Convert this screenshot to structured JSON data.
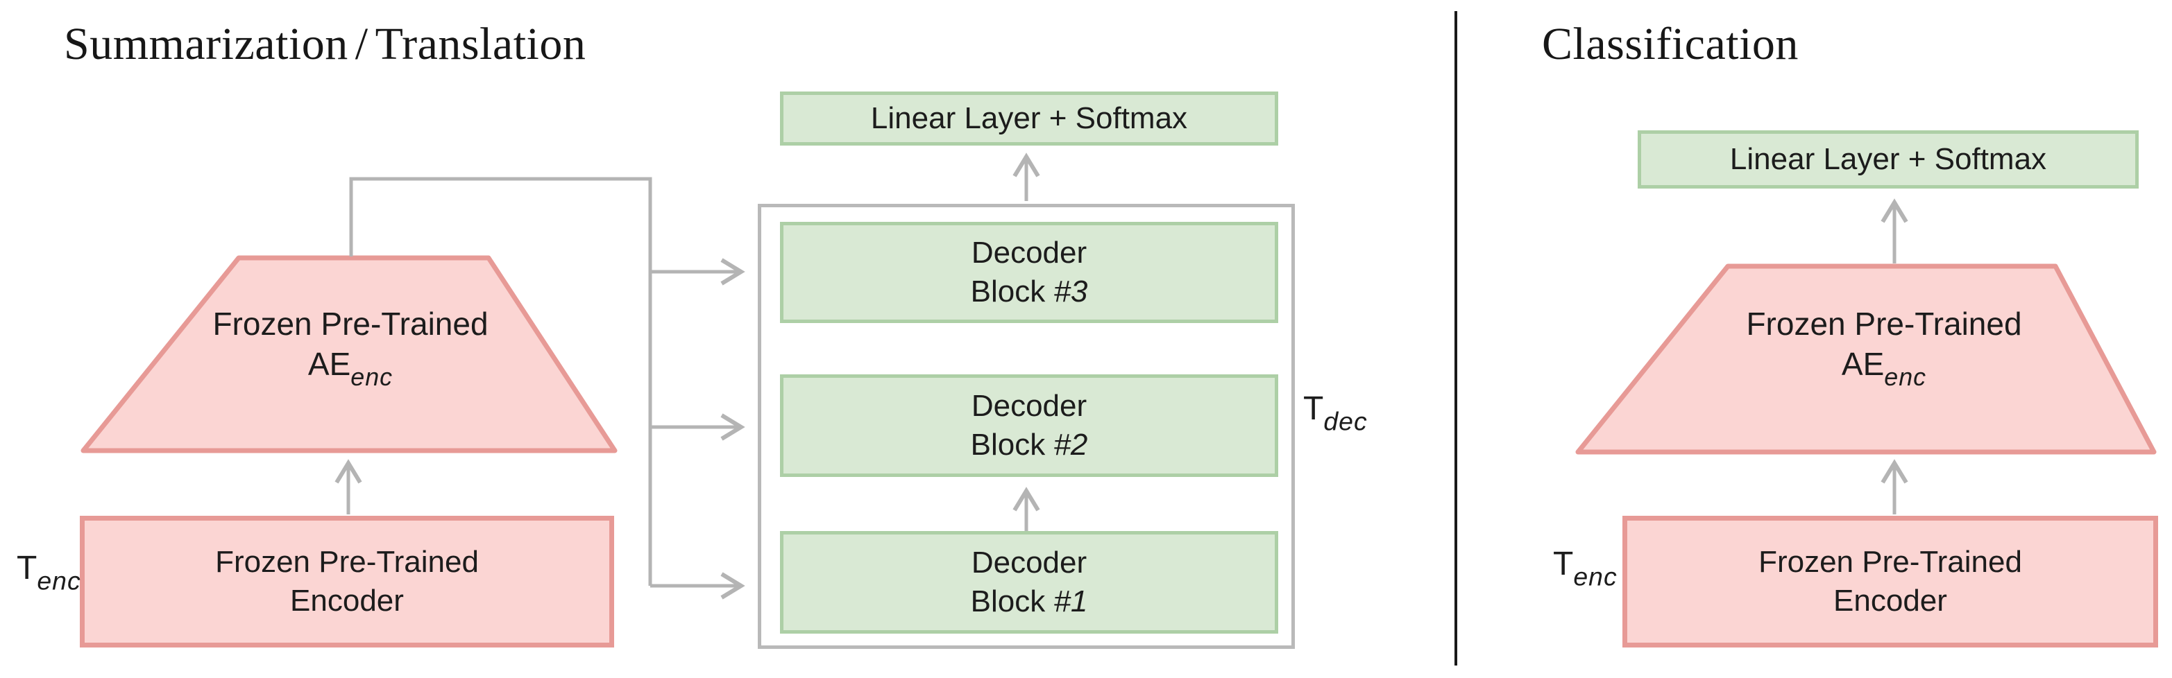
{
  "figure": {
    "left": {
      "title": {
        "part1": "Summarization",
        "slash": "/",
        "part2": "Translation"
      },
      "ae_trapezoid": {
        "line1": "Frozen Pre-Trained",
        "acronym": "AE",
        "subscript": "enc"
      },
      "encoder_box": {
        "line1": "Frozen Pre-Trained",
        "line2": "Encoder"
      },
      "input_token_label": {
        "base": "T",
        "subscript": "enc"
      },
      "decoder": {
        "token_label": {
          "base": "T",
          "subscript": "dec"
        },
        "output_head": "Linear Layer + Softmax",
        "blocks": [
          {
            "line1": "Decoder",
            "line2_base": "Block ",
            "line2_italic": "#3"
          },
          {
            "line1": "Decoder",
            "line2_base": "Block ",
            "line2_italic": "#2"
          },
          {
            "line1": "Decoder",
            "line2_base": "Block ",
            "line2_italic": "#1"
          }
        ]
      }
    },
    "right": {
      "title": "Classification",
      "output_head": "Linear Layer + Softmax",
      "ae_trapezoid": {
        "line1": "Frozen Pre-Trained",
        "acronym": "AE",
        "subscript": "enc"
      },
      "encoder_box": {
        "line1": "Frozen Pre-Trained",
        "line2": "Encoder"
      },
      "input_token_label": {
        "base": "T",
        "subscript": "enc"
      }
    },
    "colors": {
      "frozen_fill": "#fbd5d3",
      "frozen_border": "#e79a96",
      "trainable_fill": "#d9e9d4",
      "trainable_border": "#adcfa6",
      "connector_gray": "#b4b4b4",
      "container_border": "#b9b9b9",
      "divider_black": "#1a1a1a",
      "text": "#1c1c1c"
    }
  }
}
